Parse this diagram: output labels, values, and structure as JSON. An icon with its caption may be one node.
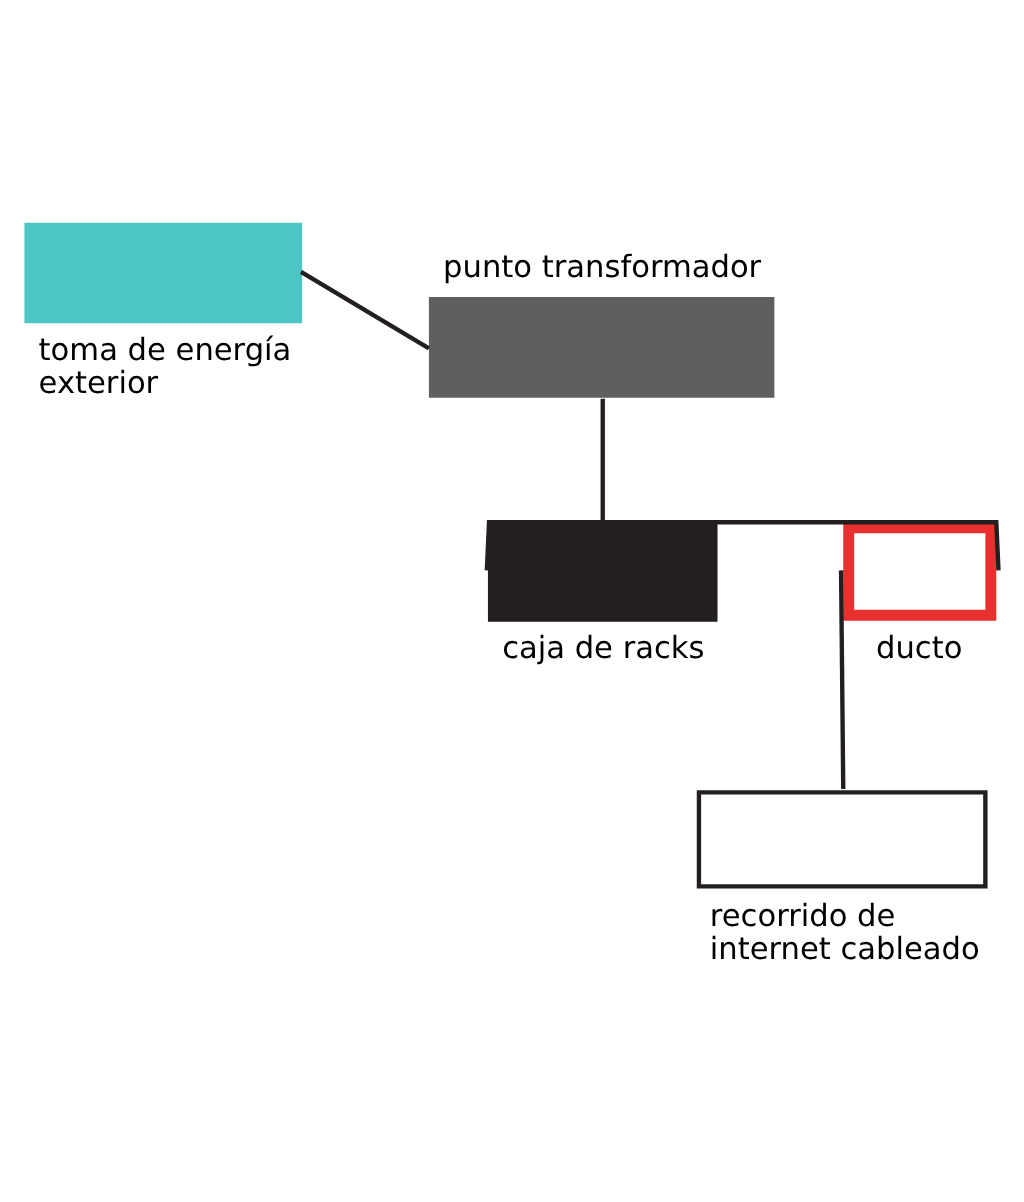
{
  "diagram": {
    "nodes": [
      {
        "text": [
          "toma de energía exterior"
        ]
      },
      {
        "text": [
          "punto transformador"
        ]
      },
      {
        "text": [
          "ducto"
        ]
      },
      {
        "text": [
          "caja de racks"
        ]
      },
      {
        "text": [
          "recorrido de internet cableado"
        ]
      }
    ],
    "edges": [
      {
        "from": 0,
        "to": 1,
        "arrow": "none"
      },
      {
        "from": 1,
        "to": 3,
        "arrow": "none"
      },
      {
        "from": 3,
        "to": 2,
        "arrow": "none"
      },
      {
        "from": 2,
        "to": 4,
        "arrow": "none"
      }
    ]
  }
}
